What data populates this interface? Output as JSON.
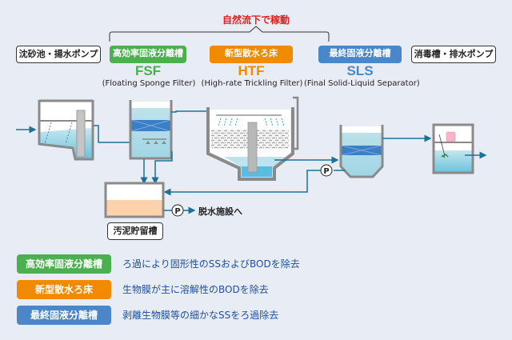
{
  "header": {
    "natural_flow": "自然流下で稼動"
  },
  "process": {
    "first": "沈砂池・揚水ポンプ",
    "last": "消毒槽・排水ポンプ",
    "stages": [
      {
        "label": "高効率固液分離槽",
        "abbr": "FSF",
        "full": "(Floating Sponge Filter)",
        "color": "#4caf50"
      },
      {
        "label": "新型散水ろ床",
        "abbr": "HTF",
        "full": "(High-rate Trickling Filter)",
        "color": "#f08a00"
      },
      {
        "label": "最終固液分離槽",
        "abbr": "SLS",
        "full": "(Final Solid-Liquid Separator)",
        "color": "#4a86c8"
      }
    ]
  },
  "sludge": {
    "tank_label": "汚泥貯留槽",
    "pump_symbol": "P",
    "destination": "脱水施設へ"
  },
  "legend": [
    {
      "label": "高効率固液分離槽",
      "desc": "ろ過により固形性のSSおよびBODを除去",
      "color": "#4caf50"
    },
    {
      "label": "新型散水ろ床",
      "desc": "生物膜が主に溶解性のBODを除去",
      "color": "#f08a00"
    },
    {
      "label": "最終固液分離槽",
      "desc": "剥離生物膜等の細かなSSをろ過除去",
      "color": "#4a86c8"
    }
  ],
  "colors": {
    "pipe": "#1a7394",
    "tank_wall": "#8a8a8a",
    "water": "#a9d9e6",
    "filter_media": "#3b7fc4",
    "sludge": "#fcd2ac",
    "red_text": "#e0201e"
  }
}
